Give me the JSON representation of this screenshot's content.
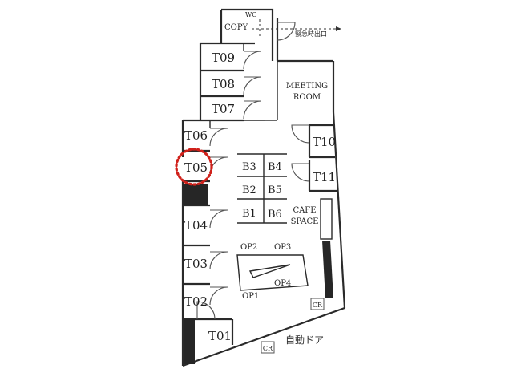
{
  "rooms": {
    "wc": "WC",
    "copy": "COPY",
    "t09": "T09",
    "t08": "T08",
    "t07": "T07",
    "t06": "T06",
    "t05": "T05",
    "t04": "T04",
    "t03": "T03",
    "t02": "T02",
    "t01": "T01",
    "t10": "T10",
    "t11": "T11",
    "meeting_line1": "MEETING",
    "meeting_line2": "ROOM",
    "cafe_line1": "CAFE",
    "cafe_line2": "SPACE"
  },
  "booths": {
    "b1": "B1",
    "b2": "B2",
    "b3": "B3",
    "b4": "B4",
    "b5": "B5",
    "b6": "B6"
  },
  "open_seats": {
    "op1": "OP1",
    "op2": "OP2",
    "op3": "OP3",
    "op4": "OP4"
  },
  "markers": {
    "cr_1": "CR",
    "cr_2": "CR"
  },
  "labels": {
    "emergency_exit": "緊急時出口",
    "auto_door": "自動ドア"
  },
  "highlighted_room": "T05",
  "colors": {
    "highlight": "#d0201a",
    "wall": "#2a2a2a",
    "solid_block": "#262626"
  }
}
